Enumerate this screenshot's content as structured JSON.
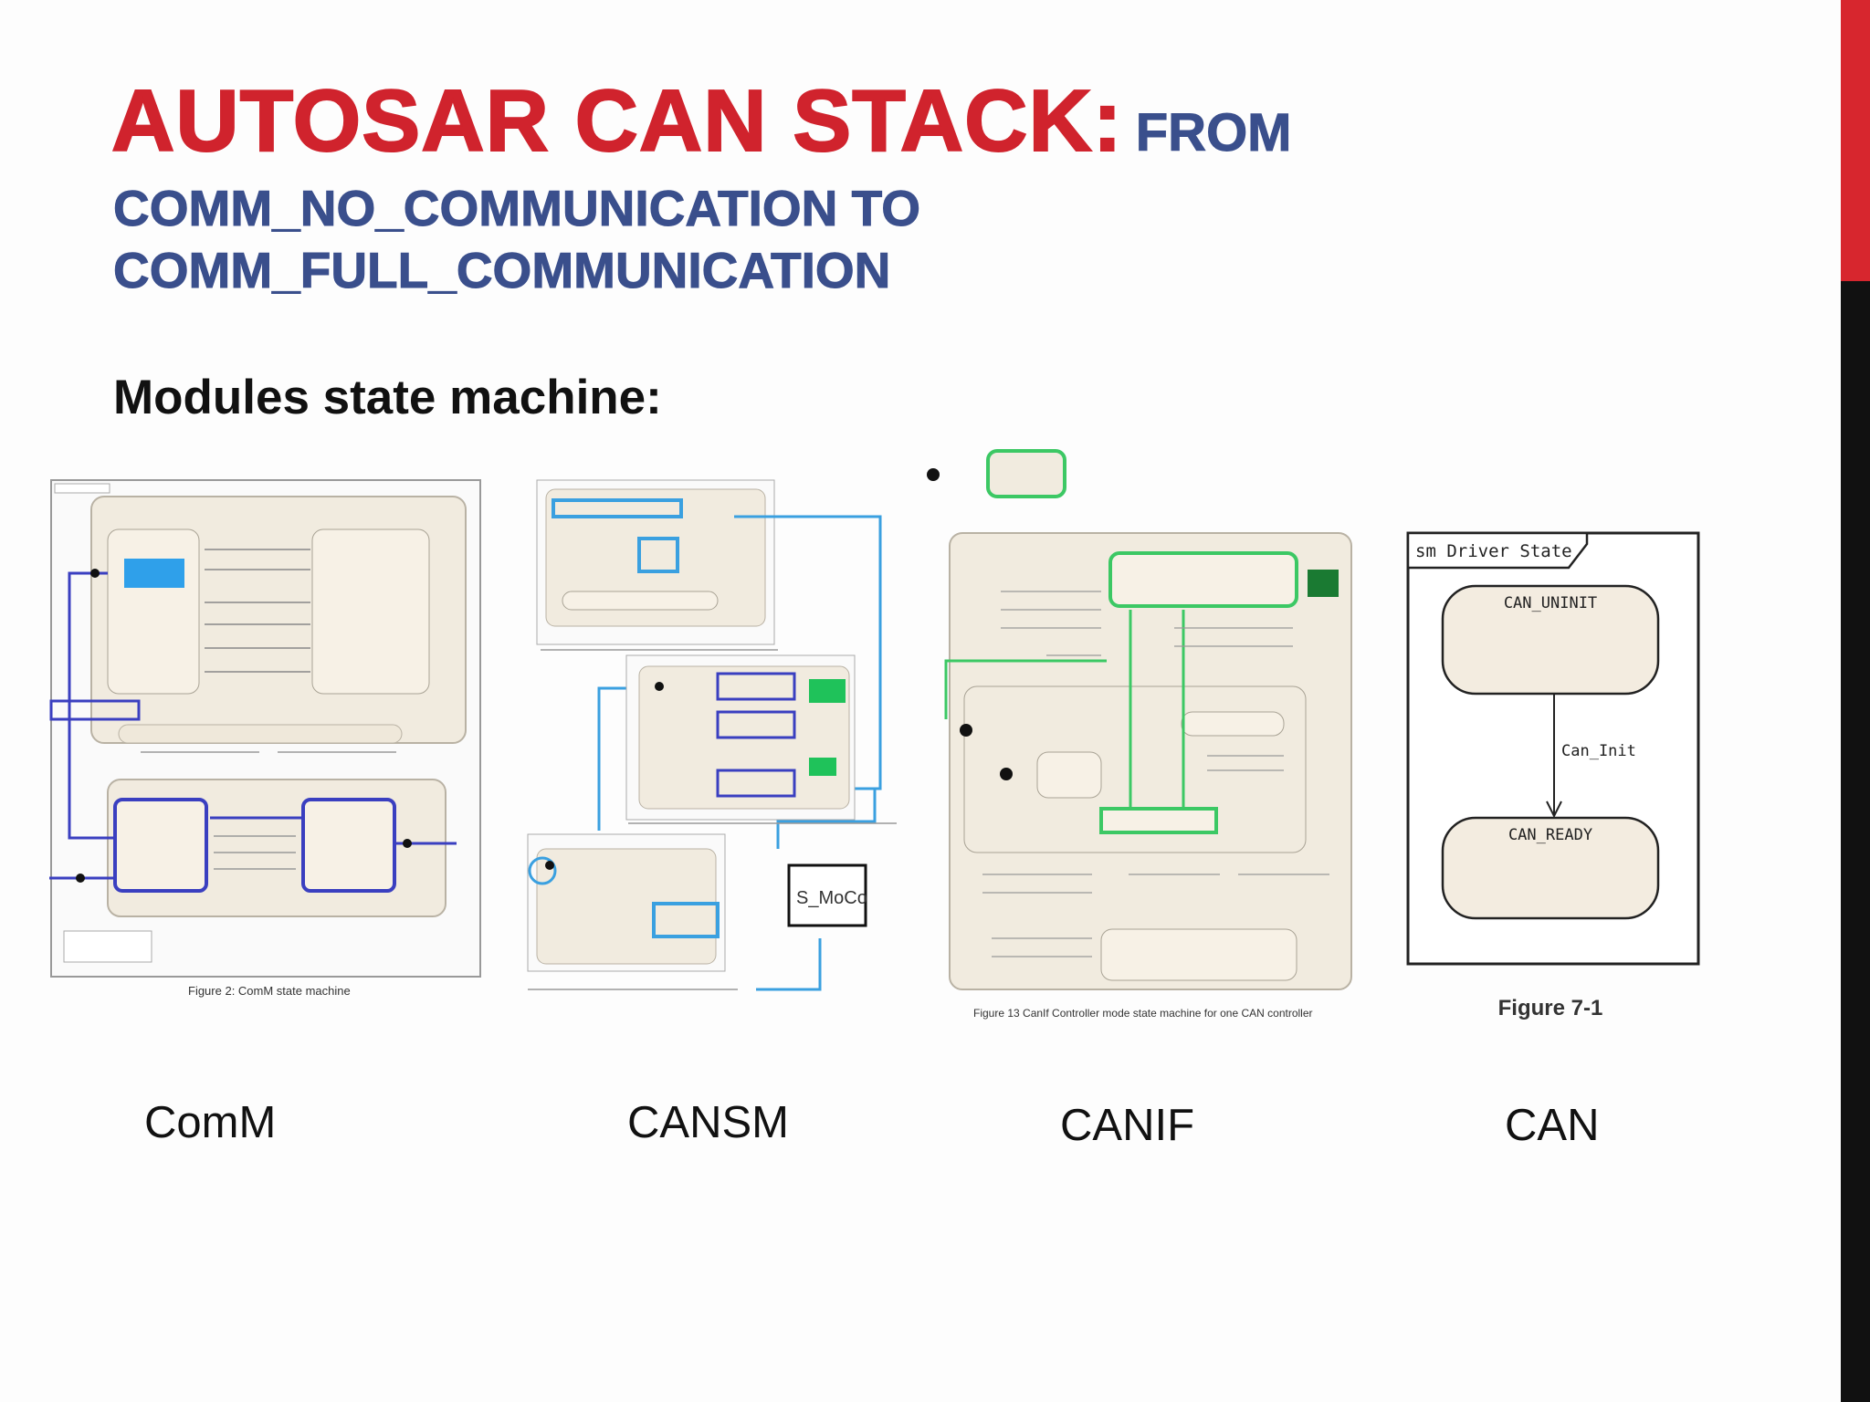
{
  "title": {
    "main": "AUTOSAR CAN STACK:",
    "from": "FROM",
    "line2": "COMM_NO_COMMUNICATION TO",
    "line3": "COMM_FULL_COMMUNICATION"
  },
  "section_heading": "Modules state machine:",
  "modules": [
    {
      "label": "ComM",
      "figure_caption": "Figure 2: ComM state machine"
    },
    {
      "label": "CANSM",
      "annotation": "S_MoCo"
    },
    {
      "label": "CANIF",
      "figure_caption": "Figure 13 CanIf Controller mode state machine for one CAN controller"
    },
    {
      "label": "CAN",
      "figure_caption": "Figure 7-1"
    }
  ],
  "can_driver_diagram": {
    "frame_title": "sm Driver State",
    "states": [
      "CAN_UNINIT",
      "CAN_READY"
    ],
    "transition": "Can_Init"
  },
  "colors": {
    "title_red": "#d0232d",
    "title_blue": "#3a4f8c",
    "accent_red": "#d7262e",
    "accent_black": "#111111",
    "highlight_blue": "#3a3fc0",
    "highlight_cyan": "#3aa0e0",
    "highlight_green": "#3cc864",
    "state_fill": "#f3ece0"
  }
}
